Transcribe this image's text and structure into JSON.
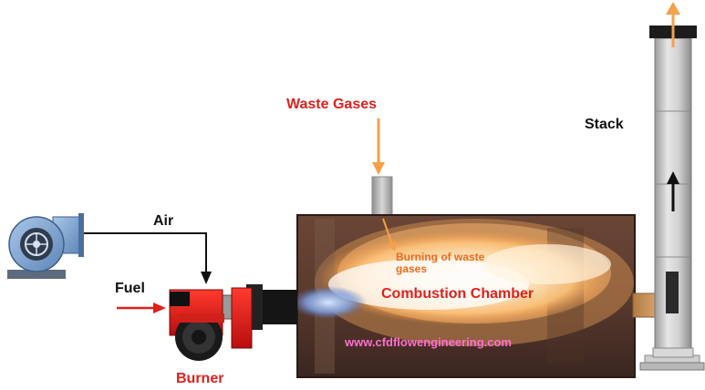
{
  "labels": {
    "waste_gases": "Waste Gases",
    "stack": "Stack",
    "air": "Air",
    "fuel": "Fuel",
    "burner": "Burner",
    "burning_of_waste_gases": "Burning of waste gases",
    "combustion_chamber": "Combustion Chamber",
    "website": "www.cfdflowengineering.com"
  },
  "colors": {
    "label_red": "#e0201c",
    "arrow_orange": "#f5a04a",
    "burner_red": "#e01818",
    "url_pink": "#ff6fd0"
  },
  "icons": {
    "blower": "centrifugal-fan-icon",
    "burner": "burner-unit-icon"
  }
}
